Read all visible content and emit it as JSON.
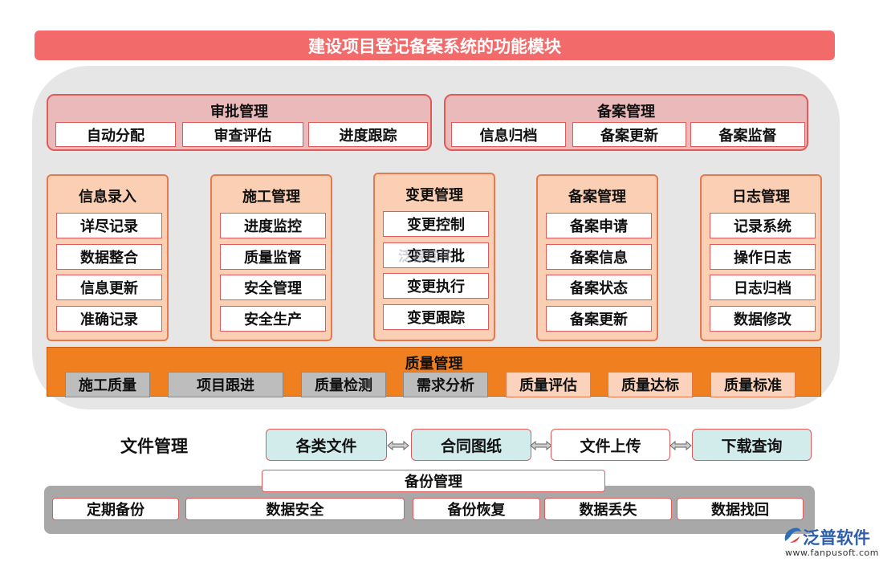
{
  "title": "建设项目登记备案系统的功能模块",
  "top_groups": [
    {
      "title": "审批管理",
      "items": [
        "自动分配",
        "审查评估",
        "进度跟踪"
      ]
    },
    {
      "title": "备案管理",
      "items": [
        "信息归档",
        "备案更新",
        "备案监督"
      ]
    }
  ],
  "columns": [
    {
      "title": "信息录入",
      "items": [
        "详尽记录",
        "数据整合",
        "信息更新",
        "准确记录"
      ]
    },
    {
      "title": "施工管理",
      "items": [
        "进度监控",
        "质量监督",
        "安全管理",
        "安全生产"
      ]
    },
    {
      "title": "变更管理",
      "items": [
        "变更控制",
        "变更审批",
        "变更执行",
        "变更跟踪"
      ]
    },
    {
      "title": "备案管理",
      "items": [
        "备案申请",
        "备案信息",
        "备案状态",
        "备案更新"
      ]
    },
    {
      "title": "日志管理",
      "items": [
        "记录系统",
        "操作日志",
        "日志归档",
        "数据修改"
      ]
    }
  ],
  "quality": {
    "title": "质量管理",
    "items": [
      "施工质量",
      "项目跟进",
      "质量检测",
      "需求分析",
      "质量评估",
      "质量达标",
      "质量标准"
    ]
  },
  "files": {
    "label": "文件管理",
    "items": [
      "各类文件",
      "合同图纸",
      "文件上传",
      "下载查询"
    ]
  },
  "backup": {
    "title": "备份管理",
    "items": [
      "定期备份",
      "数据安全",
      "备份恢复",
      "数据丢失",
      "数据找回"
    ]
  },
  "watermark": "泛普软件",
  "logo": {
    "name": "泛普软件",
    "url": "www.fanpusoft.com",
    "icon": "fanpu-logo-icon"
  },
  "colors": {
    "title_bar": "#f26a6a",
    "panel": "#e6e6e6",
    "top_group_fill": "#eababa",
    "column_fill": "#fbcfb4",
    "quality_fill": "#f07f20",
    "file_fill": "#d2ecec",
    "backup_panel": "#a8a8a8",
    "border_red": "#e05a5a"
  }
}
